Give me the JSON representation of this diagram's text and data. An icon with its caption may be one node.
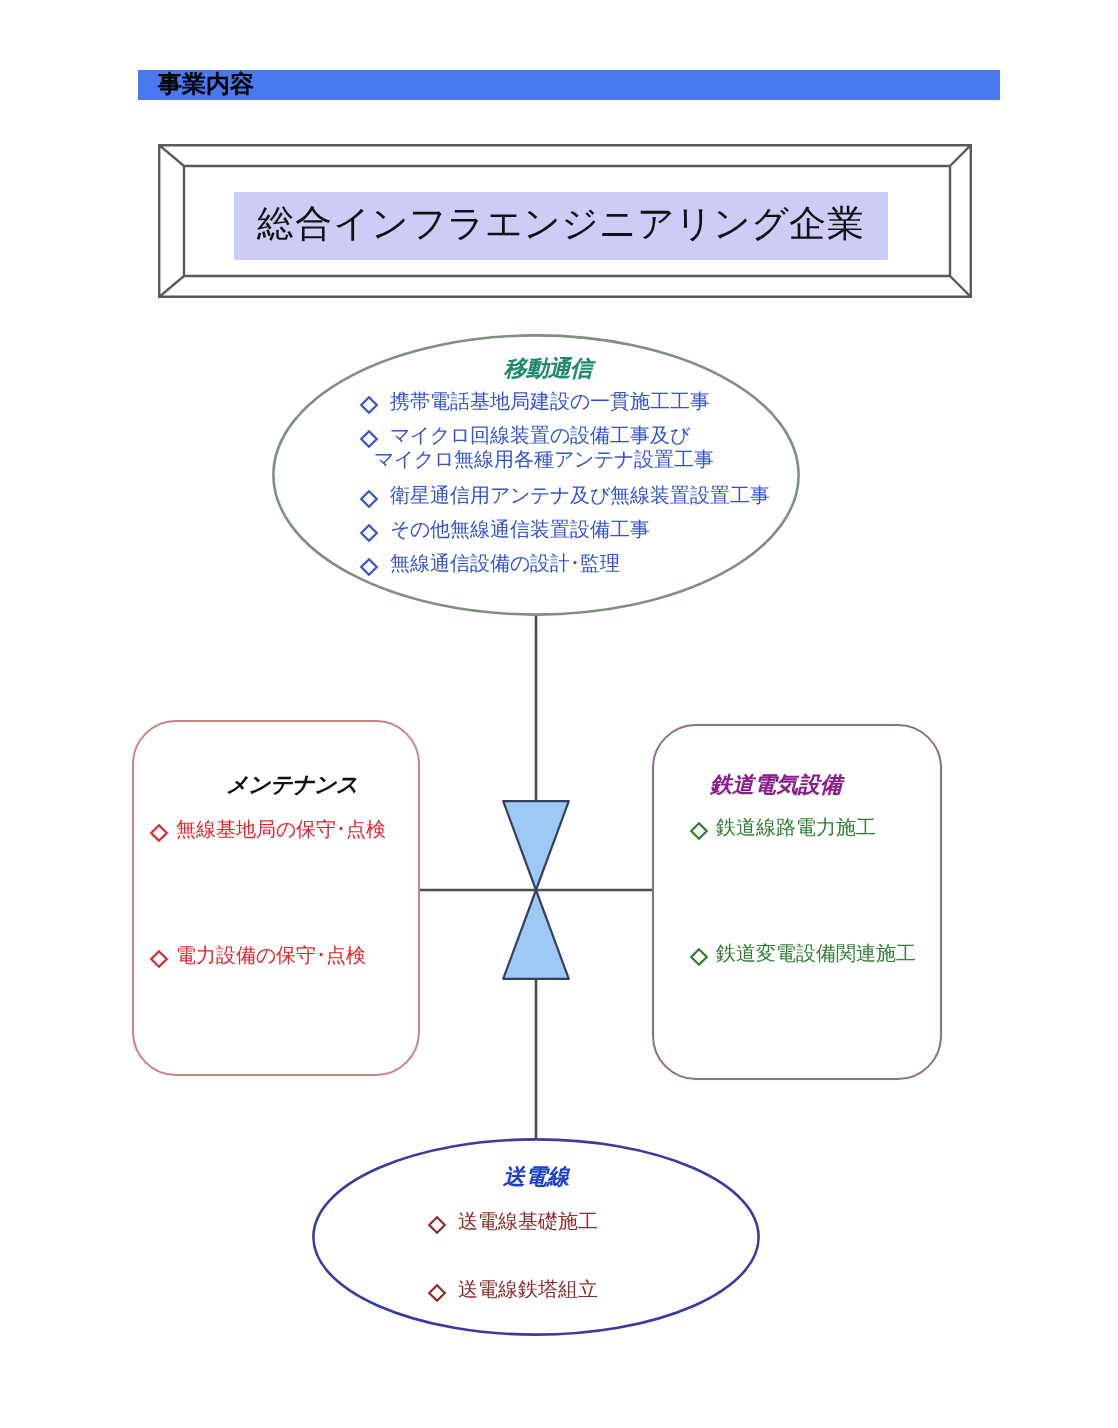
{
  "diagram": {
    "title": "総合インフラエンジニアリング企業",
    "nodes": [
      {
        "text": [
          "移動通信",
          "携帯電話基地局建設の一貫施工工事",
          "マイクロ回線装置の設備工事及びマイクロ無線用各種アンテナ設置工事",
          "衛星通信用アンテナ及び無線装置設置工事",
          "その他無線通信装置設備工事",
          "無線通信設備の設計･監理"
        ]
      },
      {
        "text": [
          "メンテナンス",
          "無線基地局の保守･点検",
          "電力設備の保守･点検"
        ]
      },
      {
        "text": [],
        "shape": "hourglass"
      },
      {
        "text": [
          "鉄道電気設備",
          "鉄道線路電力施工",
          "鉄道変電設備関連施工"
        ]
      },
      {
        "text": [
          "送電線",
          "送電線基礎施工",
          "送電線鉄塔組立"
        ]
      }
    ],
    "edges": [
      {
        "from": 0,
        "to": 2,
        "arrow": "none"
      },
      {
        "from": 1,
        "to": 2,
        "arrow": "none"
      },
      {
        "from": 2,
        "to": 3,
        "arrow": "none"
      },
      {
        "from": 2,
        "to": 4,
        "arrow": "none"
      }
    ],
    "labels": [
      "事業内容"
    ]
  }
}
